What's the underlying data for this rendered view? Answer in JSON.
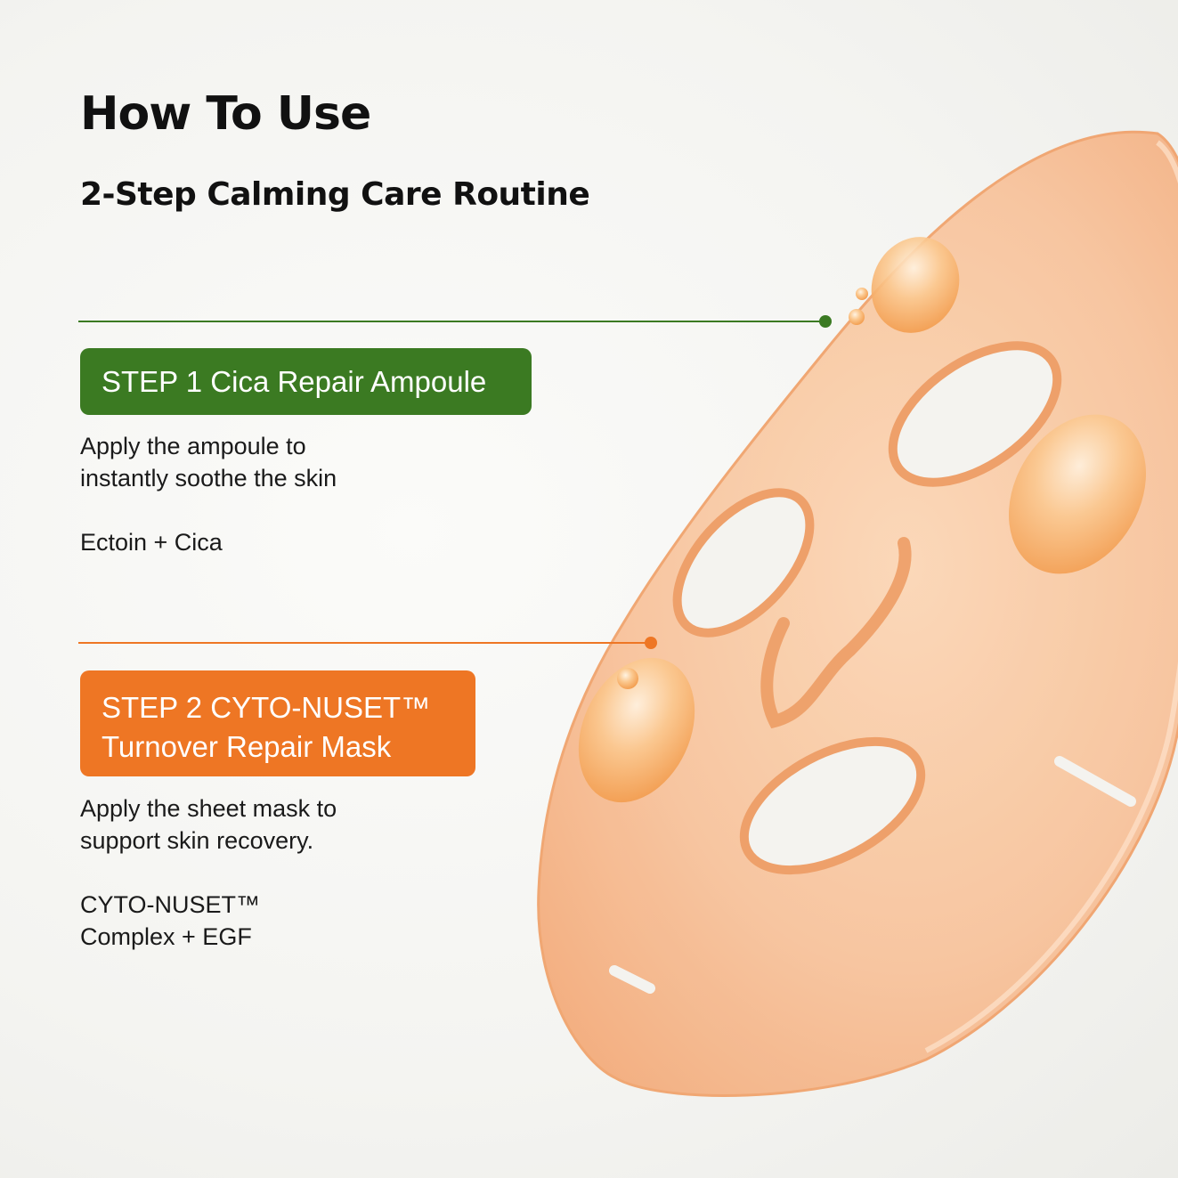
{
  "title": "How To Use",
  "subtitle": "2-Step Calming Care Routine",
  "steps": [
    {
      "badge_line1": "STEP 1 Cica Repair Ampoule",
      "desc_line1": "Apply the ampoule to",
      "desc_line2": "instantly soothe the skin",
      "ingredients_line1": "Ectoin + Cica",
      "color": "#3b7a22"
    },
    {
      "badge_line1": "STEP 2 CYTO-NUSET™",
      "badge_line2": "Turnover Repair Mask",
      "desc_line1": "Apply the sheet mask to",
      "desc_line2": "support skin recovery.",
      "ingredients_line1": "CYTO-NUSET™",
      "ingredients_line2": "Complex + EGF",
      "color": "#ee7624"
    }
  ],
  "mask_color": "#f8c39c",
  "background_color": "#f4f4f1"
}
